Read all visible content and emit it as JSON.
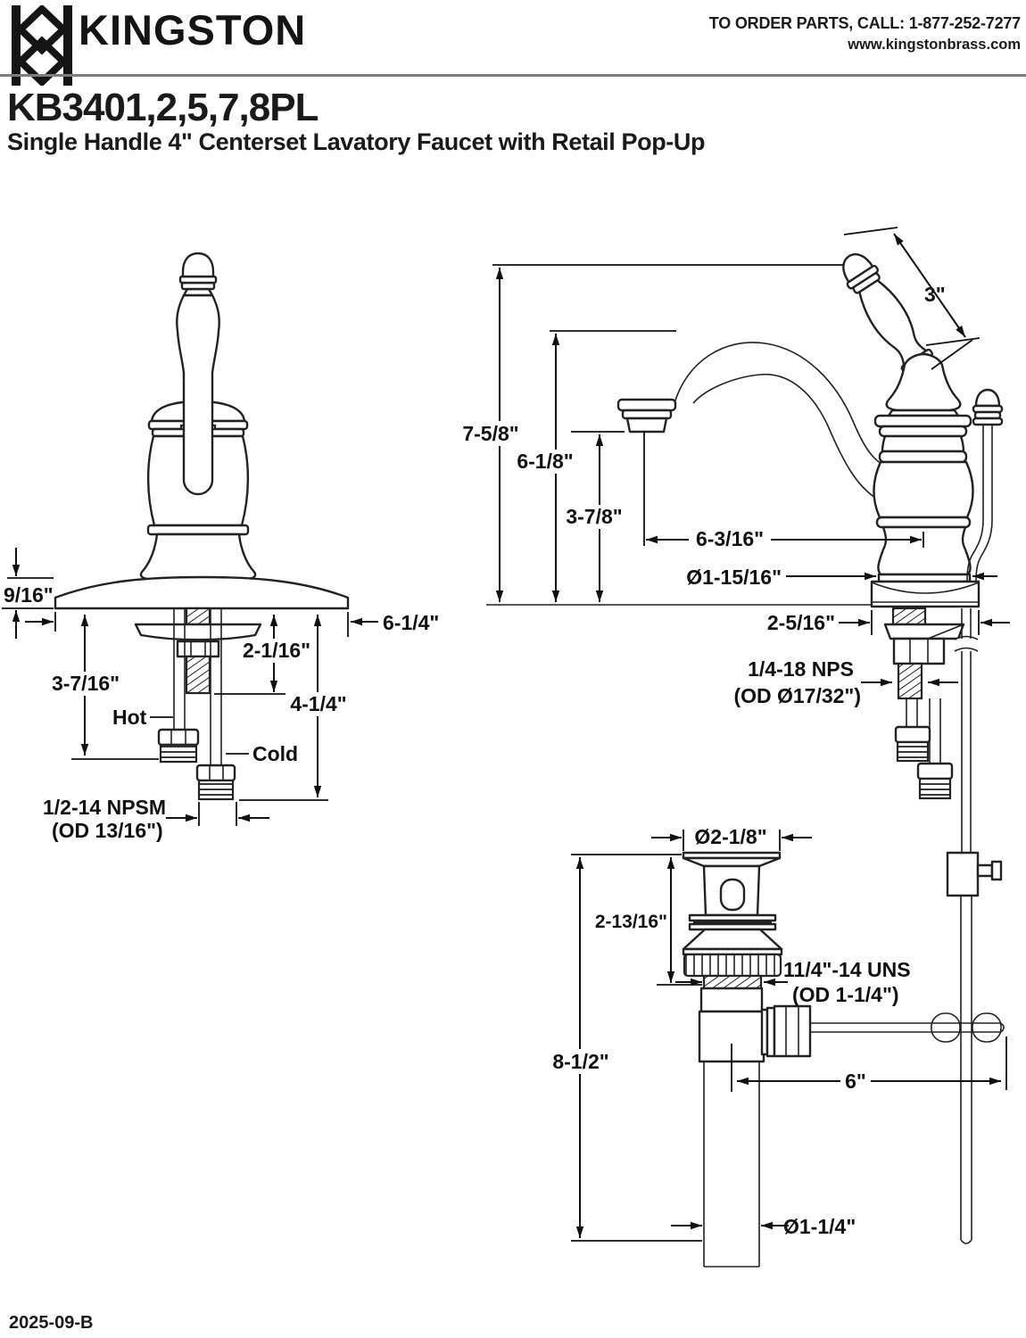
{
  "header": {
    "brand": "KINGSTON",
    "order_line": "TO ORDER PARTS, CALL: 1-877-252-7277",
    "website": "www.kingstonbrass.com"
  },
  "title": {
    "model": "KB3401,2,5,7,8PL",
    "description": "Single Handle 4\" Centerset Lavatory Faucet with Retail Pop-Up"
  },
  "front_view": {
    "dims": {
      "plate_thickness": "9/16\"",
      "plate_width": "6-1/4\"",
      "shank_length": "2-1/16\"",
      "hot_length": "3-7/16\"",
      "riser_length": "4-1/4\"",
      "hot_label": "Hot",
      "cold_label": "Cold",
      "supply_thread_1": "1/2-14 NPSM",
      "supply_thread_2": "(OD 13/16\")"
    }
  },
  "side_view": {
    "dims": {
      "handle_length": "3\"",
      "overall_height": "7-5/8\"",
      "spout_height": "6-1/8\"",
      "spout_clearance": "3-7/8\"",
      "spout_reach": "6-3/16\"",
      "body_diameter": "Ø1-15/16\"",
      "shank_width": "2-5/16\"",
      "shank_thread_1": "1/4-18 NPS",
      "shank_thread_2": "(OD Ø17/32\")"
    }
  },
  "drain": {
    "dims": {
      "flange_diameter": "Ø2-1/8\"",
      "upper_height": "2-13/16\"",
      "overall_height": "8-1/2\"",
      "rod_reach": "6\"",
      "drain_thread_1": "11/4\"-14 UNS",
      "drain_thread_2": "(OD 1-1/4\")",
      "tailpiece_diameter": "Ø1-1/4\""
    }
  },
  "footer": {
    "doc_code": "2025-09-B"
  },
  "colors": {
    "ink": "#1a1a1a",
    "divider": "#7d7d7d",
    "paper": "#ffffff"
  }
}
